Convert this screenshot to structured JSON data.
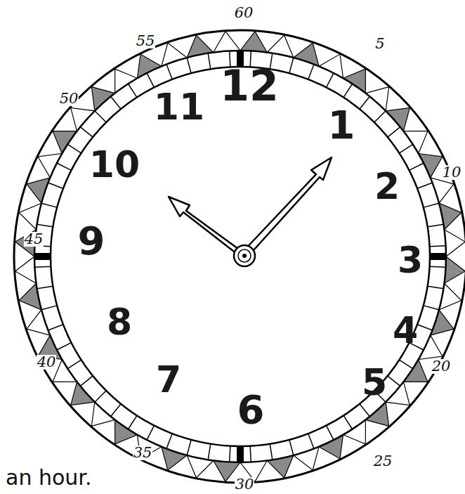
{
  "diagram": {
    "caption": "an hour.",
    "labels": [
      "60",
      "5",
      "10",
      "20",
      "25",
      "30",
      "35",
      "40",
      "45",
      "50",
      "55",
      "12",
      "1",
      "2",
      "3",
      "4",
      "5",
      "6",
      "7",
      "8",
      "9",
      "10",
      "11"
    ]
  }
}
